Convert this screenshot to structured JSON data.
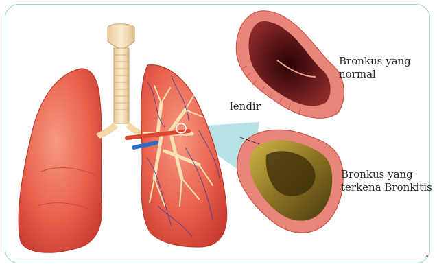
{
  "labels": {
    "normal_line1": "Bronkus yang",
    "normal_line2": "normal",
    "bronchitis_line1": "Bronkus yang",
    "bronchitis_line2": "terkena Bronkitis",
    "mucus": "lendir"
  },
  "colors": {
    "frame_border": "#9fd4dd",
    "lung_red": "#e85c4a",
    "lung_light": "#f38a70",
    "trachea": "#f7dfb4",
    "mucus": "#7a6a1e",
    "bronchus_wall": "#e9867a",
    "bronchus_inner_dark": "#4a0c10",
    "magnifier_beam": "#a9dde3"
  },
  "icons": {
    "left_lung": "left-lung-illustration",
    "right_lung": "right-lung-illustration",
    "trachea": "trachea-illustration",
    "normal_bronchus": "normal-bronchus-cross-section",
    "inflamed_bronchus": "inflamed-bronchus-cross-section"
  }
}
